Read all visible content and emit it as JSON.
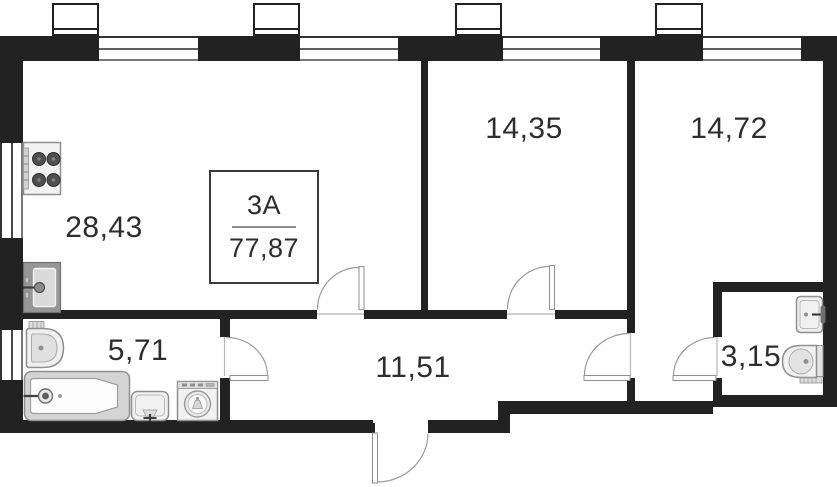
{
  "unit_badge": {
    "type_label": "3A",
    "total_area": "77,87"
  },
  "rooms": [
    {
      "id": "living-kitchen",
      "area": "28,43"
    },
    {
      "id": "bedroom-left",
      "area": "14,35"
    },
    {
      "id": "bedroom-right",
      "area": "14,72"
    },
    {
      "id": "bathroom",
      "area": "5,71"
    },
    {
      "id": "hallway",
      "area": "11,51"
    },
    {
      "id": "ensuite-wc",
      "area": "3,15"
    }
  ],
  "fixtures": [
    "stove",
    "kitchen-sink",
    "toilet",
    "bathtub",
    "pedestal-sink",
    "washing-machine",
    "wc-sink",
    "wc-toilet"
  ],
  "colors": {
    "wall": "#222222",
    "door_arc": "#999999",
    "fixture_line": "#8f8f8f",
    "text": "#2d2d2d"
  }
}
